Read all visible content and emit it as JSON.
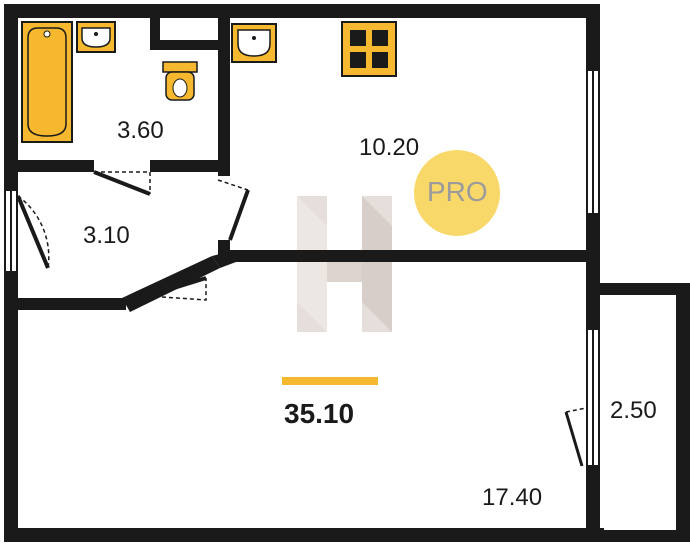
{
  "rooms": {
    "bathroom": {
      "area": "3.60"
    },
    "kitchen": {
      "area": "10.20"
    },
    "hallway": {
      "area": "3.10"
    },
    "living_room": {
      "area": "17.40"
    },
    "balcony": {
      "area": "2.50"
    }
  },
  "total_area": "35.10",
  "badge": {
    "text": "PRO"
  },
  "colors": {
    "wall": "#1a1a1a",
    "fixture_fill": "#f5b82e",
    "accent": "#f5b82e",
    "badge_fill": "#f9d86a",
    "watermark": "#c9b8b0"
  },
  "icons": [
    "bathtub-icon",
    "sink-icon",
    "toilet-icon",
    "stove-icon",
    "watermark-logo-icon"
  ]
}
